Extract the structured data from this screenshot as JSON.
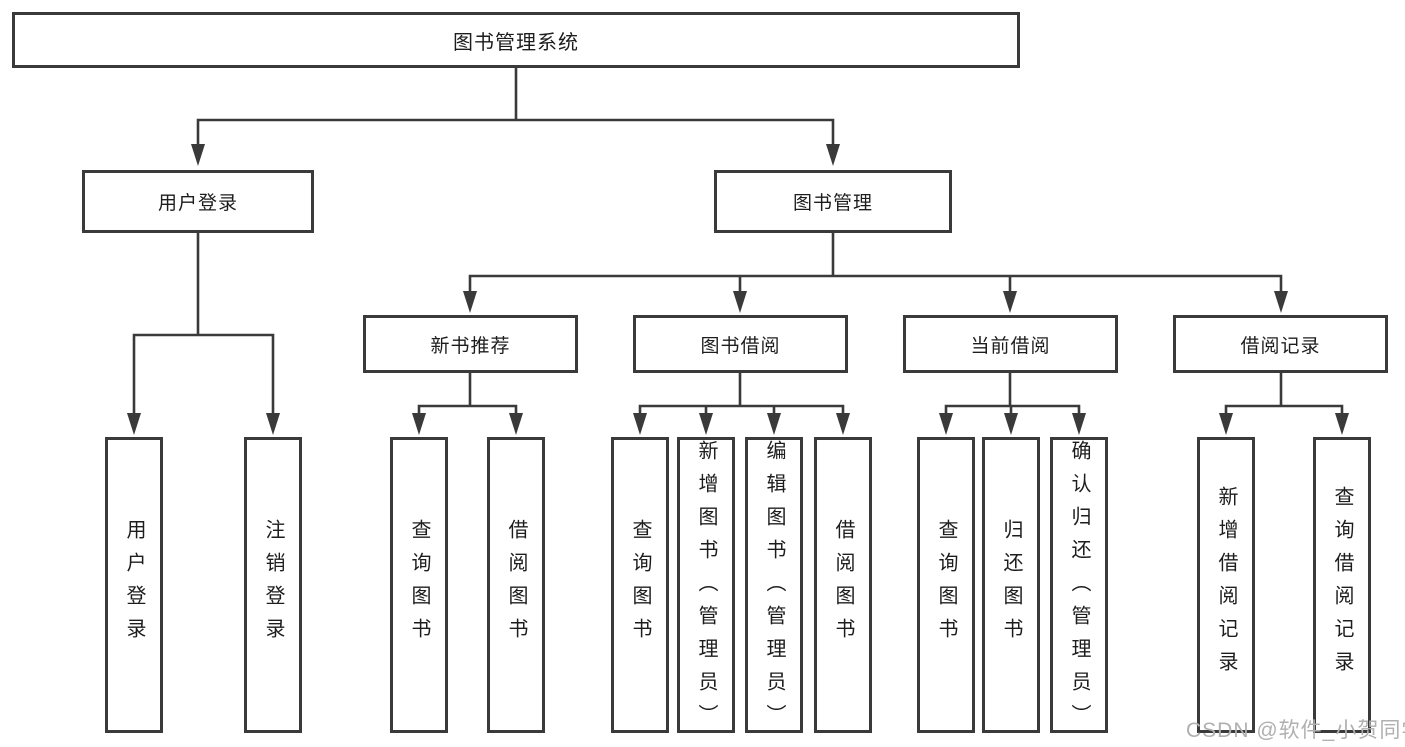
{
  "tree": {
    "root": "图书管理系统",
    "branches": [
      {
        "label": "用户登录",
        "children": [
          "用户登录",
          "注销登录"
        ]
      },
      {
        "label": "图书管理",
        "sections": [
          {
            "label": "新书推荐",
            "children": [
              "查询图书",
              "借阅图书"
            ]
          },
          {
            "label": "图书借阅",
            "children": [
              "查询图书",
              "新增图书（管理员）",
              "编辑图书（管理员）",
              "借阅图书"
            ]
          },
          {
            "label": "当前借阅",
            "children": [
              "查询图书",
              "归还图书",
              "确认归还（管理员）"
            ]
          },
          {
            "label": "借阅记录",
            "children": [
              "新增借阅记录",
              "查询借阅记录"
            ]
          }
        ]
      }
    ]
  },
  "watermark": "CSDN @软件_小贺同学",
  "colors": {
    "line": "#3a3a3a",
    "text": "#1d1d1d",
    "watermark": "#b0b0b0",
    "background": "#ffffff"
  }
}
